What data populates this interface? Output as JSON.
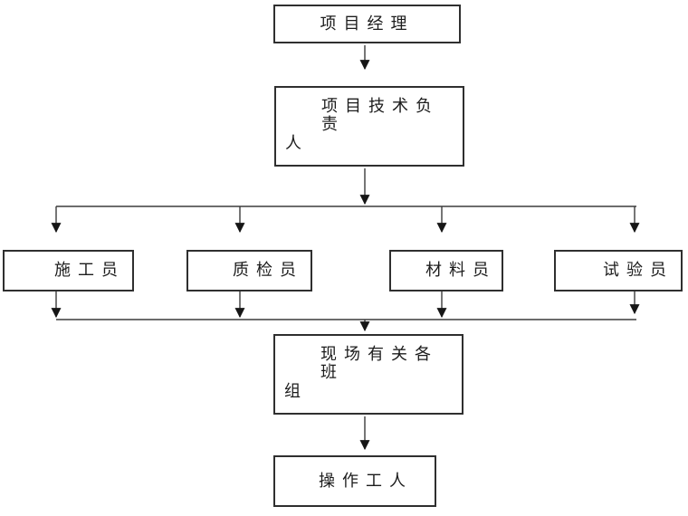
{
  "diagram": {
    "type": "org-flowchart",
    "nodes": {
      "project_manager": {
        "label": "项目经理"
      },
      "tech_lead": {
        "line1": "项目技术负责",
        "line2": "人"
      },
      "construction_worker": {
        "label": "施工员"
      },
      "quality_inspector": {
        "label": "质检员"
      },
      "material_clerk": {
        "label": "材料员"
      },
      "lab_tester": {
        "label": "试验员"
      },
      "site_teams": {
        "line1": "现场有关各班",
        "line2": "组"
      },
      "operators": {
        "label": "操作工人"
      }
    },
    "edges": [
      {
        "from": "project_manager",
        "to": "tech_lead"
      },
      {
        "from": "tech_lead",
        "to": "construction_worker"
      },
      {
        "from": "tech_lead",
        "to": "quality_inspector"
      },
      {
        "from": "tech_lead",
        "to": "material_clerk"
      },
      {
        "from": "tech_lead",
        "to": "lab_tester"
      },
      {
        "from": "construction_worker",
        "to": "site_teams"
      },
      {
        "from": "quality_inspector",
        "to": "site_teams"
      },
      {
        "from": "material_clerk",
        "to": "site_teams"
      },
      {
        "from": "lab_tester",
        "to": "site_teams"
      },
      {
        "from": "site_teams",
        "to": "operators"
      }
    ],
    "colors": {
      "line": "#3c3c3c",
      "border": "#2f2f2f",
      "text": "#1c1c1c",
      "background": "#ffffff"
    }
  }
}
